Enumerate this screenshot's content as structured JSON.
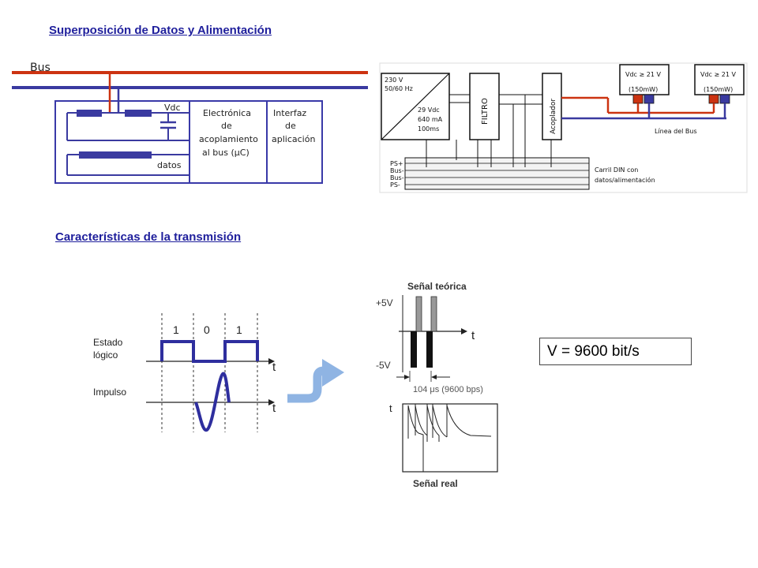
{
  "titles": {
    "top": "Superposición de Datos y Alimentación",
    "bottom": "Características de la transmisión"
  },
  "bus_diagram": {
    "bus_label": "Bus",
    "vdc_label": "Vdc",
    "datos_label": "datos",
    "electronica": [
      "Electrónica",
      "de",
      "acoplamiento",
      "al bus (μC)"
    ],
    "interfaz": [
      "Interfaz",
      "de",
      "aplicación"
    ]
  },
  "power_diagram": {
    "psu_in": [
      "230 V",
      "50/60 Hz"
    ],
    "psu_out": [
      "29 Vdc",
      "640 mA",
      "100ms"
    ],
    "filtro": "FILTRO",
    "acoplador": "Acoplador",
    "device1": [
      "Vdc ≥ 21 V",
      "(150mW)"
    ],
    "device2": [
      "Vdc ≥ 21 V",
      "(150mW)"
    ],
    "linea_bus": "Línea del Bus",
    "rails": [
      "PS+",
      "Bus-",
      "Bus-",
      "PS-"
    ],
    "carril": [
      "Carril DIN con",
      "datos/alimentación"
    ]
  },
  "logic_diagram": {
    "bits": [
      "1",
      "0",
      "1"
    ],
    "estado": [
      "Estado",
      "lógico"
    ],
    "impulso": "Impulso",
    "t1": "t",
    "t2": "t"
  },
  "signal_diagram": {
    "teorica": "Señal teórica",
    "plus5": "+5V",
    "minus5": "-5V",
    "t_top": "t",
    "t_bottom": "t",
    "period": "104 μs (9600 bps)",
    "real": "Señal real"
  },
  "speed": "V = 9600 bit/s",
  "colors": {
    "heading": "#1f1f9c",
    "bus_red": "#cc3311",
    "bus_blue": "#3a3aa0",
    "box_blue": "#3939a8",
    "arrow": "#8fb4e3"
  }
}
